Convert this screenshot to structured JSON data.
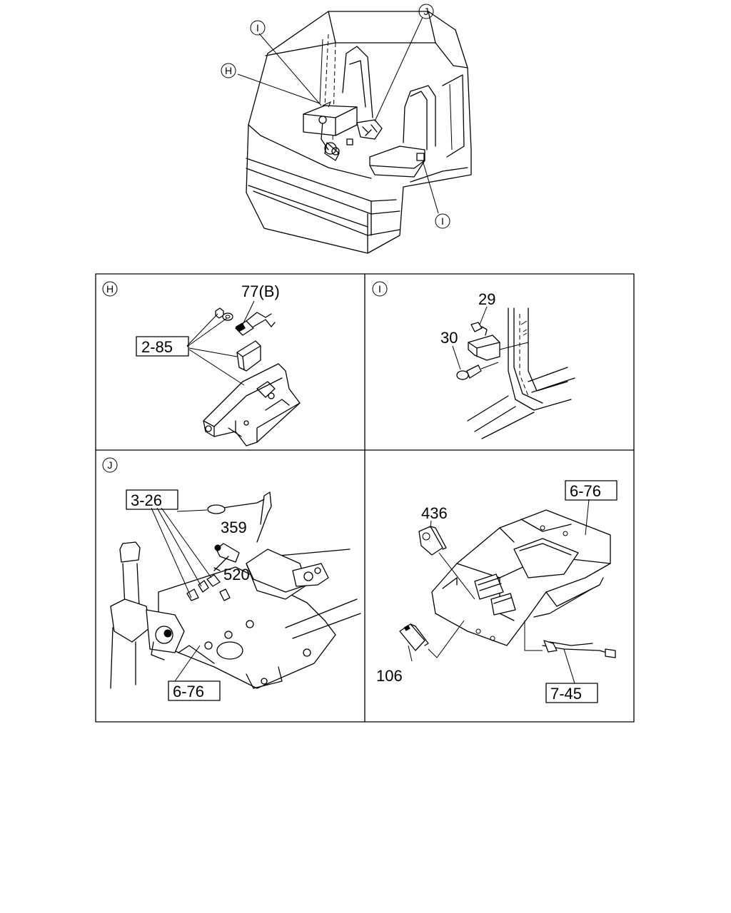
{
  "overview": {
    "callouts": [
      "H",
      "I",
      "J",
      "I"
    ]
  },
  "panels": {
    "H": {
      "letter": "H",
      "labels": {
        "part_77": "77(B)"
      },
      "refs": {
        "ref_2_85": "2-85"
      }
    },
    "I": {
      "letter": "I",
      "labels": {
        "part_29": "29",
        "part_30": "30"
      }
    },
    "J": {
      "letter": "J",
      "labels": {
        "part_359": "359",
        "part_520": "520"
      },
      "refs": {
        "ref_3_26": "3-26",
        "ref_6_76": "6-76"
      }
    },
    "K": {
      "labels": {
        "part_436": "436",
        "part_106": "106"
      },
      "refs": {
        "ref_6_76": "6-76",
        "ref_7_45": "7-45"
      }
    }
  }
}
